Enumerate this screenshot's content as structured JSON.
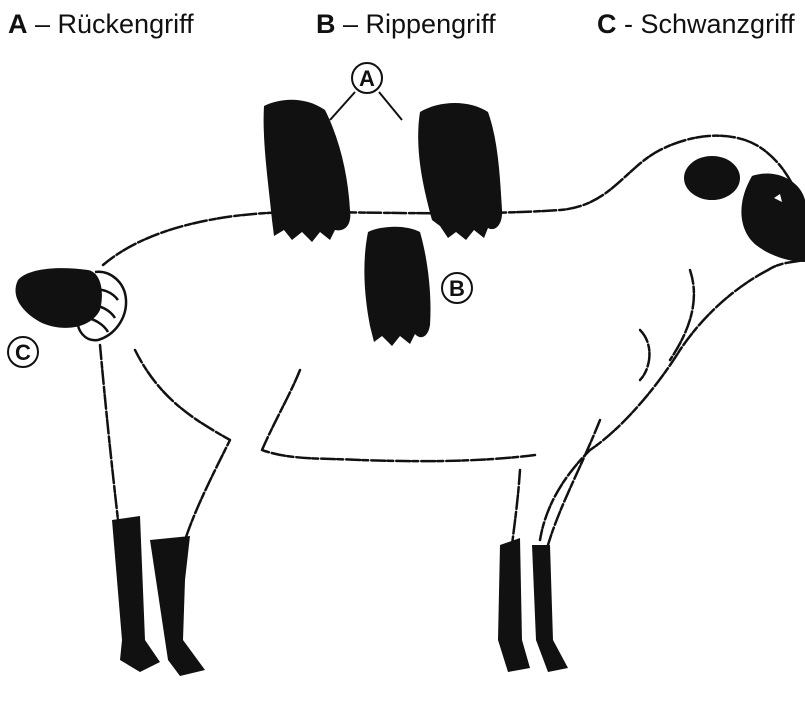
{
  "legend": {
    "a": {
      "letter": "A",
      "separator": " – ",
      "label": "Rückengriff"
    },
    "b": {
      "letter": "B",
      "separator": " – ",
      "label": "Rippengriff"
    },
    "c": {
      "letter": "C",
      "separator": " - ",
      "label": "Schwanzgriff"
    }
  },
  "callouts": {
    "a": "A",
    "b": "B",
    "c": "C"
  },
  "colors": {
    "ink": "#111111",
    "background": "#ffffff"
  }
}
